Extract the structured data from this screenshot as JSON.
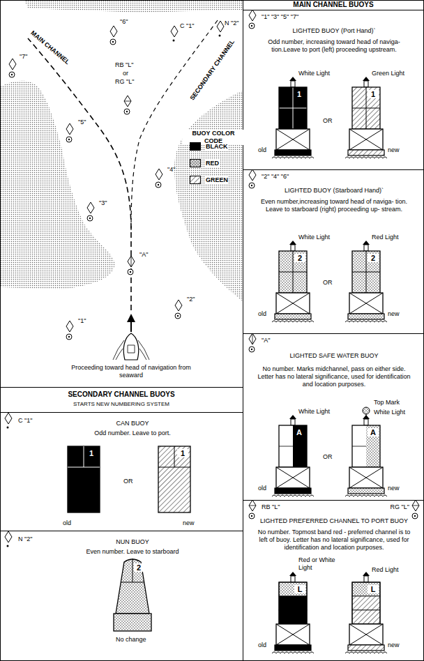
{
  "diagram": {
    "nodes": [
      {
        "text": [
          "MAIN CHANNEL BUOYS"
        ]
      },
      {
        "text": [
          "\"1\" \"3\" \"5\" \"7\"",
          "LIGHTED BUOY (Port Hand)`",
          "Odd number, increasing toward head of naviga- tion.Leave to port (left) proceeding upstream."
        ],
        "in": 0
      },
      {
        "text": [
          "\"2\" \"4\" \"6\"",
          "LIGHTED BUOY (Starboard Hand)`",
          "Even number,increasing toward head of naviga- tion. Leave to starboard (right) proceeding up- stream."
        ],
        "in": 0
      },
      {
        "text": [
          "\"A\"",
          "LIGHTED SAFE WATER BUOY",
          "No number. Marks midchannel, pass on either side. Letter has no lateral significance, used for identification and location purposes."
        ],
        "in": 0
      },
      {
        "text": [
          "RB \"L\"",
          "RG \"L\"",
          "LIGHTED PREFERRED CHANNEL TO PORT BUOY",
          "No number. Topmost band red - preferred channel is to left of buoy. Letter has no lateral significance, used for identification and location purposes."
        ],
        "in": 0
      },
      {
        "text": [
          "SECONDARY CHANNEL BUOYS",
          "STARTS NEW NUMBERING SYSTEM"
        ]
      },
      {
        "text": [
          "C \"1\"",
          "CAN BUOY",
          "Odd number. Leave to port."
        ],
        "in": 5
      },
      {
        "text": [
          "N \"2\"",
          "NUN BUOY",
          "Even number. Leave to starboard"
        ],
        "in": 5
      }
    ],
    "labels": [
      "\"6\"",
      "C \"1\"",
      "N \"2\"",
      "\"7\"",
      "MAIN CHANNEL",
      "SECONDARY CHANNEL",
      "RB \"L\"",
      "or",
      "RG \"L\"",
      "\"5\"",
      "\"4\"",
      "\"3\"",
      "\"A\"",
      "\"2\"",
      "\"1\"",
      "BUOY COLOR CODE",
      "Proceeding toward head of navigation from seaward",
      "White Light",
      "Green Light",
      "1",
      "1",
      "OR",
      "old",
      "new",
      "White Light",
      "Red Light",
      "2",
      "2",
      "OR",
      "old",
      "new",
      "White Light",
      "Top Mark",
      "White Light",
      "A",
      "A",
      "OR",
      "old",
      "new",
      "Red or White Light",
      "Red Light",
      "L",
      "L",
      "old",
      "new",
      "1",
      "OR",
      "1",
      "old",
      "new",
      "2",
      "No change"
    ],
    "legend": [
      {
        "text": "BLACK",
        "color": "#000000"
      },
      {
        "text": "RED",
        "color": "#d9d9d9"
      },
      {
        "text": "GREEN",
        "color": "#ffffff"
      }
    ]
  }
}
